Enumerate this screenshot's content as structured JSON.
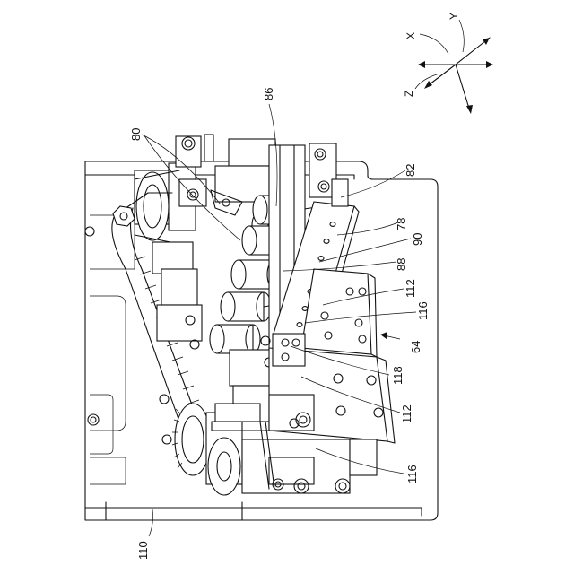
{
  "axes": {
    "x": "X",
    "y": "Y",
    "z": "Z"
  },
  "labels": {
    "l86": "86",
    "l80": "80",
    "l82": "82",
    "l78": "78",
    "l90": "90",
    "l88": "88",
    "l112a": "112",
    "l116a": "116",
    "l64": "64",
    "l118": "118",
    "l112b": "112",
    "l116b": "116",
    "l110": "110"
  }
}
